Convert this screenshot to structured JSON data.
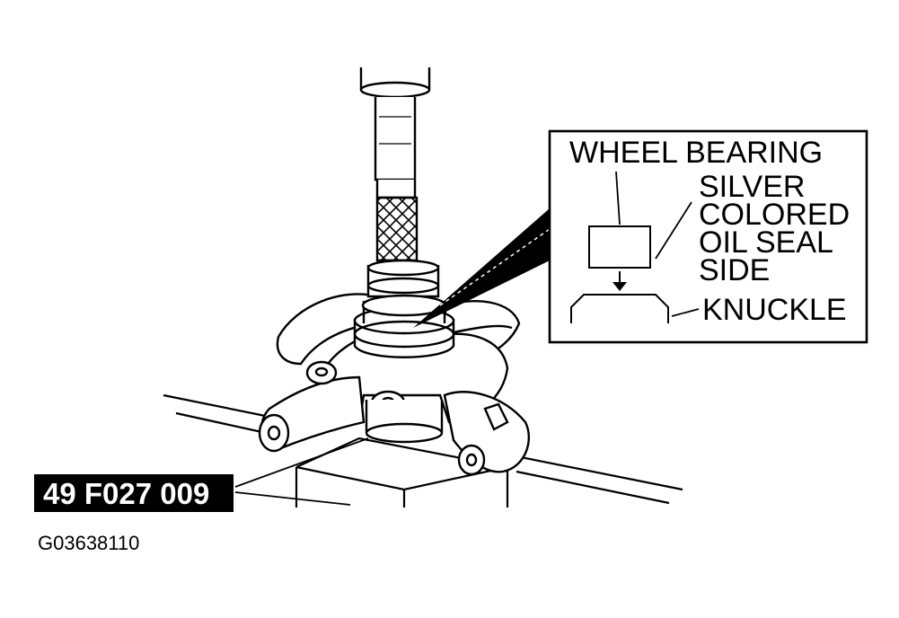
{
  "callout": {
    "title": "WHEEL BEARING",
    "side_label_lines": [
      "SILVER",
      "COLORED",
      "OIL SEAL",
      "SIDE"
    ],
    "knuckle_label": "KNUCKLE"
  },
  "tool_number": "49 F027 009",
  "figure_id": "G03638110",
  "colors": {
    "ink": "#000000",
    "paper": "#ffffff"
  }
}
